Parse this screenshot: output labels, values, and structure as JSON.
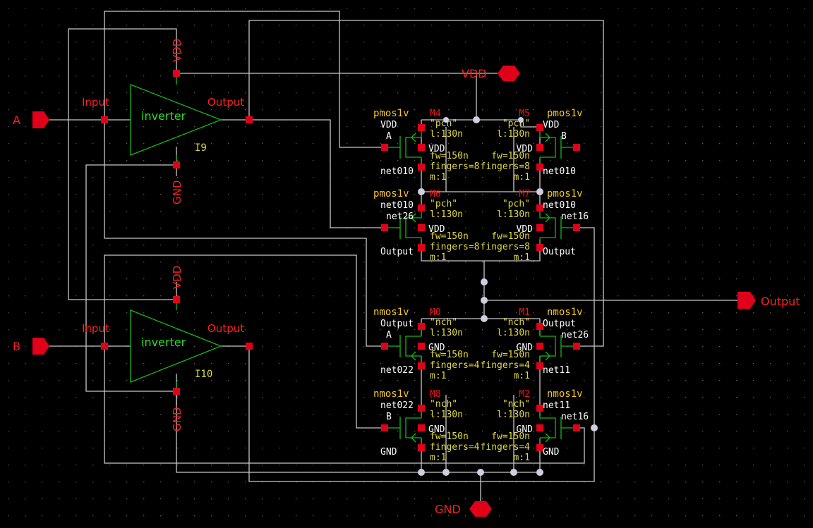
{
  "ports": {
    "A": "A",
    "B": "B",
    "Output": "Output",
    "VDD": "VDD",
    "GND": "GND"
  },
  "inverters": [
    {
      "instance": "I9",
      "name": "inverter",
      "in_label": "Input",
      "out_label": "Output",
      "vdd": "VDD",
      "gnd": "GND"
    },
    {
      "instance": "I10",
      "name": "inverter",
      "in_label": "Input",
      "out_label": "Output",
      "vdd": "VDD",
      "gnd": "GND"
    }
  ],
  "transistors": [
    {
      "id": "M4",
      "type": "pmos1v",
      "model": "\"pch\"",
      "l": "l:130n",
      "fw": "fw=150n",
      "fingers": "fingers=8",
      "m": "m:1",
      "gate": "A",
      "top": "VDD",
      "body": "VDD",
      "bottom": "net010"
    },
    {
      "id": "M5",
      "type": "pmos1v",
      "model": "\"pch\"",
      "l": "l:130n",
      "fw": "fw=150n",
      "fingers": "fingers=8",
      "m": "m:1",
      "gate": "B",
      "top": "VDD",
      "body": "VDD",
      "bottom": "net010"
    },
    {
      "id": "M6",
      "type": "pmos1v",
      "model": "\"pch\"",
      "l": "l:130n",
      "fw": "fw=150n",
      "fingers": "fingers=8",
      "m": "m:1",
      "gate": "net26",
      "top": "net010",
      "body": "VDD",
      "bottom": "Output"
    },
    {
      "id": "M7",
      "type": "pmos1v",
      "model": "\"pch\"",
      "l": "l:130n",
      "fw": "fw=150n",
      "fingers": "fingers=8",
      "m": "m:1",
      "gate": "net16",
      "top": "net010",
      "body": "VDD",
      "bottom": "Output"
    },
    {
      "id": "M0",
      "type": "nmos1v",
      "model": "\"nch\"",
      "l": "l:130n",
      "fw": "fw=150n",
      "fingers": "fingers=4",
      "m": "m:1",
      "gate": "A",
      "top": "Output",
      "body": "GND",
      "bottom": "net022"
    },
    {
      "id": "M1",
      "type": "nmos1v",
      "model": "\"nch\"",
      "l": "l:130n",
      "fw": "fw=150n",
      "fingers": "fingers=4",
      "m": "m:1",
      "gate": "net26",
      "top": "Output",
      "body": "GND",
      "bottom": "net11"
    },
    {
      "id": "M8",
      "type": "nmos1v",
      "model": "\"nch\"",
      "l": "l:130n",
      "fw": "fw=150n",
      "fingers": "fingers=4",
      "m": "m:1",
      "gate": "B",
      "top": "net022",
      "body": "GND",
      "bottom": "GND"
    },
    {
      "id": "M2",
      "type": "nmos1v",
      "model": "\"nch\"",
      "l": "l:130n",
      "fw": "fw=150n",
      "fingers": "fingers=4",
      "m": "m:1",
      "gate": "net16",
      "top": "net11",
      "body": "GND",
      "bottom": "GND"
    }
  ]
}
